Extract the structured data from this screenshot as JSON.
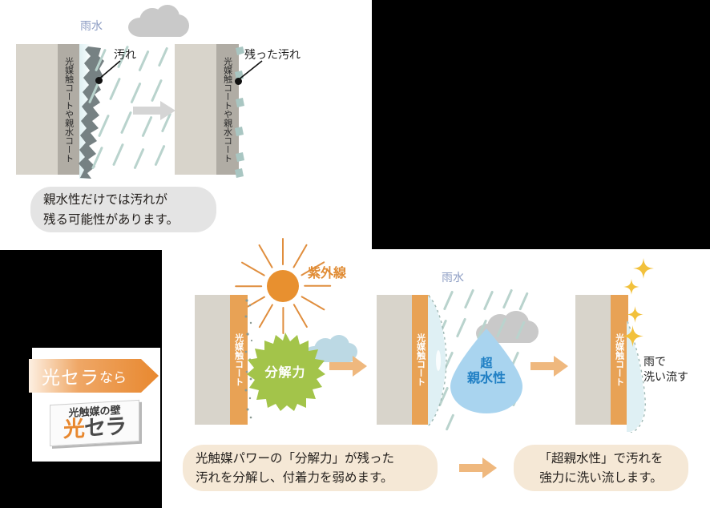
{
  "figure": {
    "title_semantic": "photocatalyst-wall-self-cleaning-comparison",
    "colors": {
      "wall_base": "#d8d4cb",
      "coat_gray": "#b0aca4",
      "coat_orange": "#e8a255",
      "cloud_gray": "#c9c9c9",
      "cloud_blue": "#bcd9e4",
      "rain_streak": "#b9d3cd",
      "grime_dark": "#6f7a7c",
      "badge_green": "#a0c council",
      "badge_green_hex": "#a3c44a",
      "droplet_blue": "#a9d4ef",
      "droplet_text": "#1f7fc4",
      "arrow_gray": "#d5d5d5",
      "arrow_orange": "#efb87e",
      "sun_orange": "#e8902f",
      "sparkle_gold": "#f2c13c",
      "bubble_gray": "#e4e4e4",
      "bubble_cream": "#f5e8d6",
      "uv_text": "#e08b33",
      "rain_text": "#8e9ec4",
      "brand_orange": "#e8882f",
      "black_mask": "#000000"
    }
  },
  "top_panel": {
    "rain_label": "雨水",
    "left_wall": {
      "vertical_label": "光媒触コートや親水コート"
    },
    "right_wall": {
      "vertical_label": "光媒触コートや親水コート"
    },
    "callouts": [
      {
        "name": "dirt",
        "text": "汚れ"
      },
      {
        "name": "remaining-dirt",
        "text": "残った汚れ"
      }
    ],
    "caption": {
      "line1": "親水性だけでは汚れが",
      "line2": "残る可能性があります。"
    }
  },
  "bottom_panel": {
    "promo": {
      "banner_main": "光セラ",
      "banner_suffix": "なら",
      "plate_top": "光触媒の壁",
      "plate_main_orange": "光",
      "plate_main_gray": "セラ"
    },
    "step1": {
      "uv_label": "紫外線",
      "wall_vertical_label": "光媒触コート",
      "badge_label": "分解力"
    },
    "step2": {
      "rain_label": "雨水",
      "wall_vertical_label": "光媒触コート",
      "droplet_label_line1": "超",
      "droplet_label_line2": "親水性"
    },
    "step3": {
      "wall_vertical_label": "光媒触コート",
      "wash_label_line1": "雨で",
      "wash_label_line2": "洗い流す",
      "sparkle_count": 4
    },
    "captions": [
      {
        "name": "decomposition-caption",
        "line1": "光触媒パワーの「分解力」が残った",
        "line2": "汚れを分解し、付着力を弱めます。"
      },
      {
        "name": "hydrophilic-caption",
        "line1": "「超親水性」で汚れを",
        "line2": "強力に洗い流します。"
      }
    ]
  }
}
